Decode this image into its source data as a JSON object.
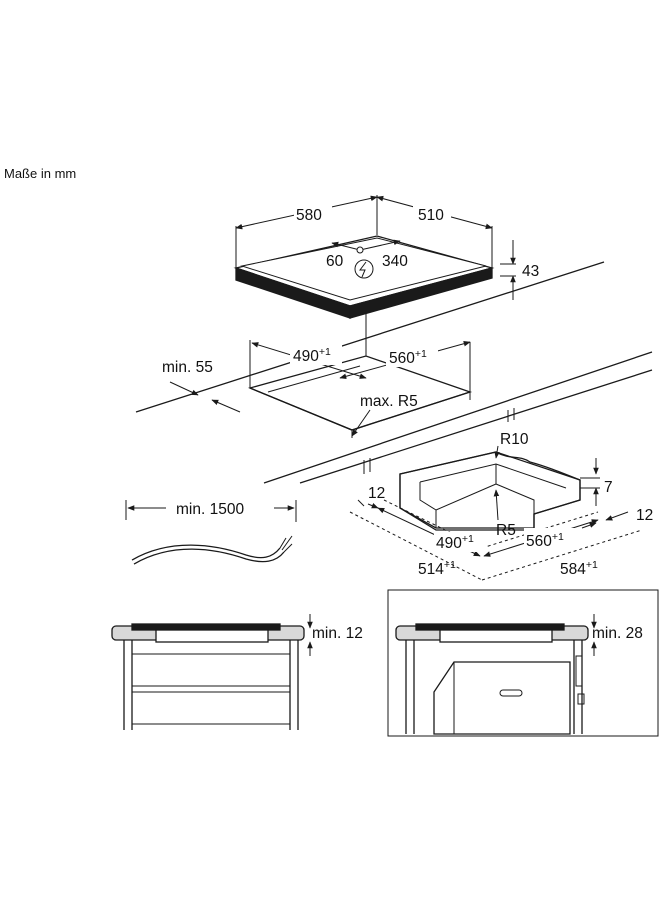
{
  "caption": "Maße in mm",
  "hob": {
    "width": "580",
    "depth": "510",
    "height": "43",
    "conn_offset": "60",
    "conn_depth": "340",
    "power_symbol": "power-symbol-icon"
  },
  "cutout": {
    "width_base": "490",
    "width_sup": "+1",
    "depth_base": "560",
    "depth_sup": "+1",
    "front_distance": "min. 55",
    "corner_radius": "max. R5"
  },
  "cable": {
    "length": "min. 1500"
  },
  "frame": {
    "radius_outer": "R10",
    "radius_inner": "R5",
    "rebate_side": "12",
    "rebate_back": "12",
    "rebate_depth": "7",
    "inner_width_base": "490",
    "inner_width_sup": "+1",
    "inner_depth_base": "560",
    "inner_depth_sup": "+1",
    "outer_width_base": "514",
    "outer_width_sup": "+1",
    "outer_depth_base": "584",
    "outer_depth_sup": "+1"
  },
  "install_drawers": {
    "gap": "min. 12"
  },
  "install_oven": {
    "gap": "min. 28"
  }
}
